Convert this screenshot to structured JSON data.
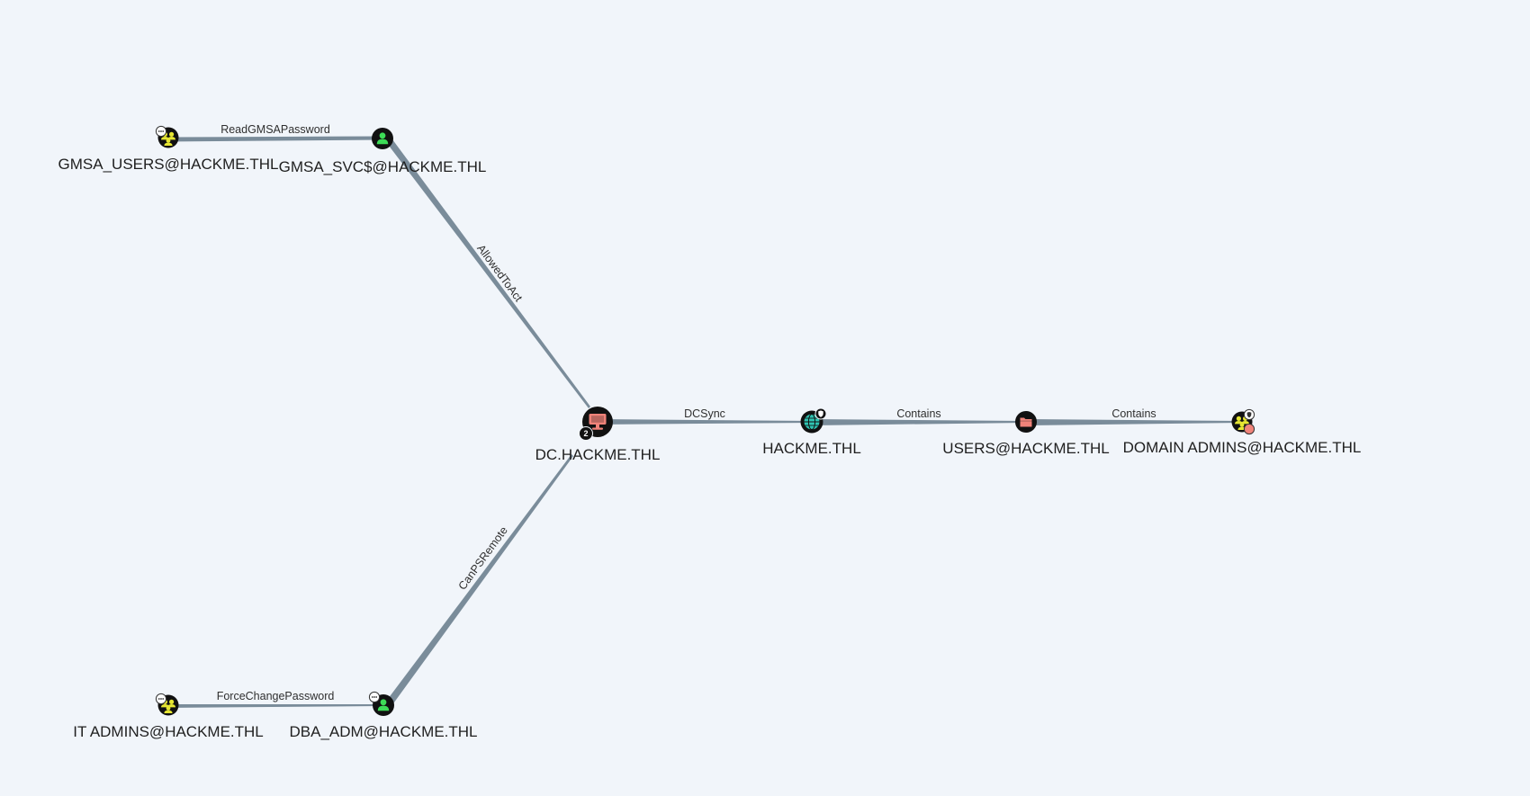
{
  "colors": {
    "background": "#f1f5fa",
    "edge": "#7a8c9a",
    "user_icon": "#3ddc57",
    "group_icon": "#e6e633",
    "computer_icon": "#f0837a",
    "domain_icon": "#2fc4b2",
    "ou_icon": "#f0837a",
    "node_ring": "#111111"
  },
  "nodes": {
    "gmsa_users": {
      "label": "GMSA_USERS@HACKME.THL",
      "type": "group",
      "icon": "group-icon"
    },
    "gmsa_svc": {
      "label": "GMSA_SVC$@HACKME.THL",
      "type": "user",
      "icon": "user-icon"
    },
    "dc": {
      "label": "DC.HACKME.THL",
      "type": "computer",
      "icon": "computer-icon",
      "badge": "2"
    },
    "hackme": {
      "label": "HACKME.THL",
      "type": "domain",
      "icon": "globe-icon"
    },
    "users": {
      "label": "USERS@HACKME.THL",
      "type": "ou",
      "icon": "ou-folder-icon"
    },
    "domain_admins": {
      "label": "DOMAIN ADMINS@HACKME.THL",
      "type": "group",
      "icon": "group-icon"
    },
    "it_admins": {
      "label": "IT ADMINS@HACKME.THL",
      "type": "group",
      "icon": "group-icon"
    },
    "dba_adm": {
      "label": "DBA_ADM@HACKME.THL",
      "type": "user",
      "icon": "user-icon"
    }
  },
  "edges": {
    "read_gmsa": {
      "label": "ReadGMSAPassword",
      "source": "gmsa_users",
      "target": "gmsa_svc"
    },
    "allowed_to_act": {
      "label": "AllowedToAct",
      "source": "gmsa_svc",
      "target": "dc"
    },
    "dcsync": {
      "label": "DCSync",
      "source": "dc",
      "target": "hackme"
    },
    "contains_users": {
      "label": "Contains",
      "source": "hackme",
      "target": "users"
    },
    "contains_admins": {
      "label": "Contains",
      "source": "users",
      "target": "domain_admins"
    },
    "force_change": {
      "label": "ForceChangePassword",
      "source": "it_admins",
      "target": "dba_adm"
    },
    "can_ps_remote": {
      "label": "CanPSRemote",
      "source": "dba_adm",
      "target": "dc"
    }
  }
}
